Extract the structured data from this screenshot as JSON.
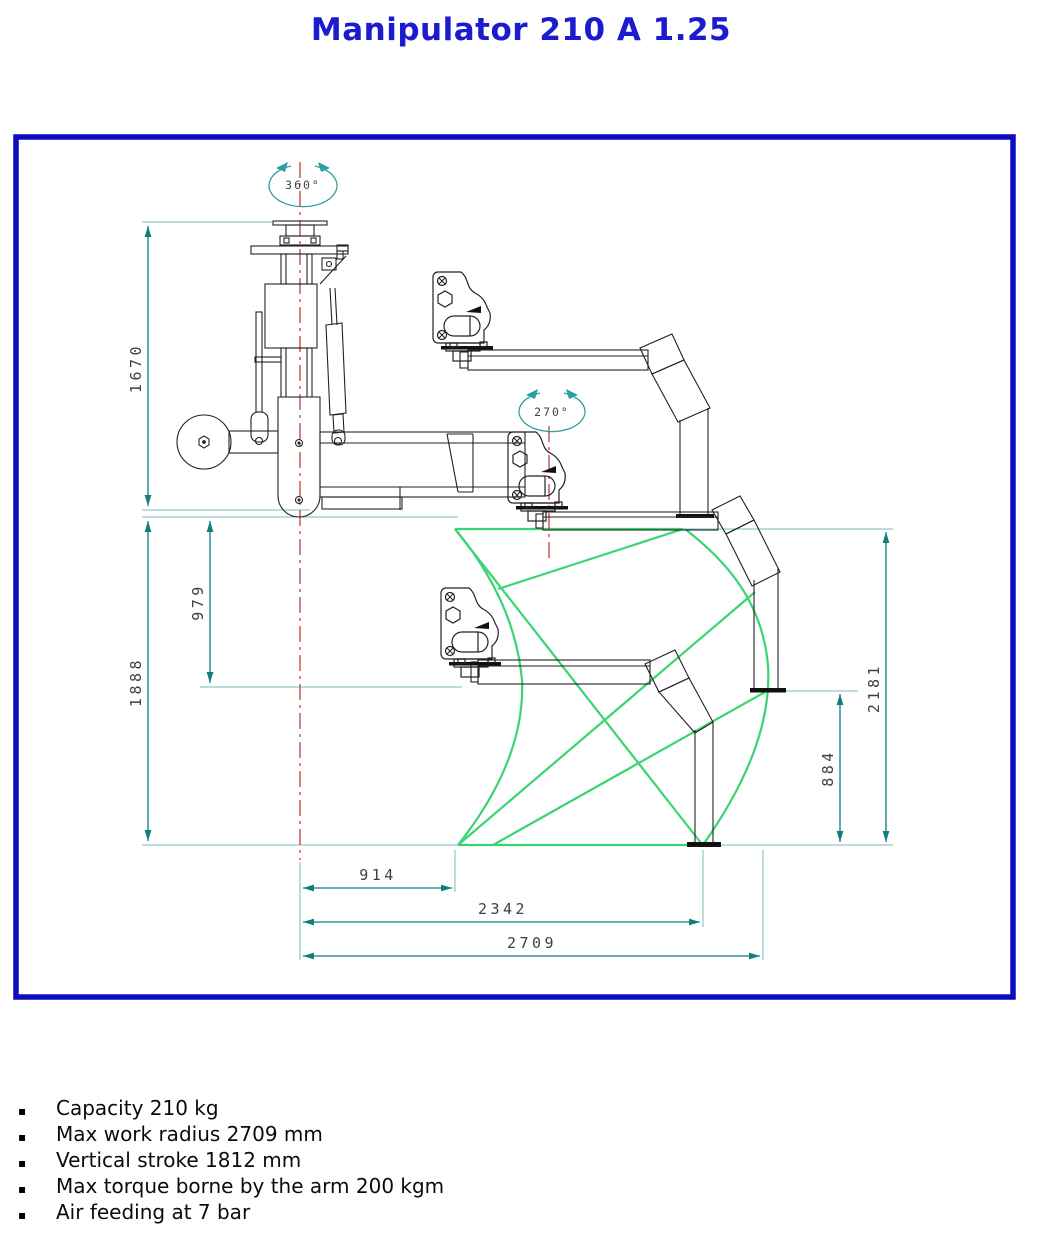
{
  "title": "Manipulator 210 A 1.25",
  "drawing": {
    "rotations": {
      "base": "360°",
      "wrist": "270°"
    },
    "dimensions": {
      "column_height": "1670",
      "mid_stroke": "979",
      "lower_height": "1888",
      "right_total": "2181",
      "right_lower": "884",
      "radius_min": "914",
      "radius_mid": "2342",
      "radius_max": "2709"
    },
    "colors": {
      "frame_blue": "#0d0dbd",
      "title_blue": "#1b1bd0",
      "dimension_teal": "#0e7e7e",
      "envelope_green": "#3bd473",
      "centerline_red": "#c03030"
    }
  },
  "specs_bullet": "▪",
  "specs": [
    "Capacity 210 kg",
    "Max work radius 2709 mm",
    "Vertical stroke 1812 mm",
    "Max torque borne by the arm 200 kgm",
    "Air feeding at 7 bar"
  ]
}
